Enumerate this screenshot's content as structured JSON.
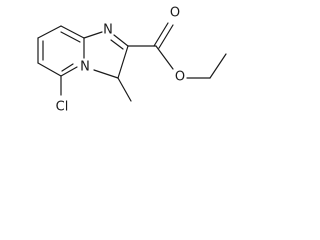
{
  "molecule": {
    "atom_labels": {
      "n1": "N",
      "n2": "N",
      "o1": "O",
      "o2": "O",
      "cl": "Cl"
    }
  }
}
